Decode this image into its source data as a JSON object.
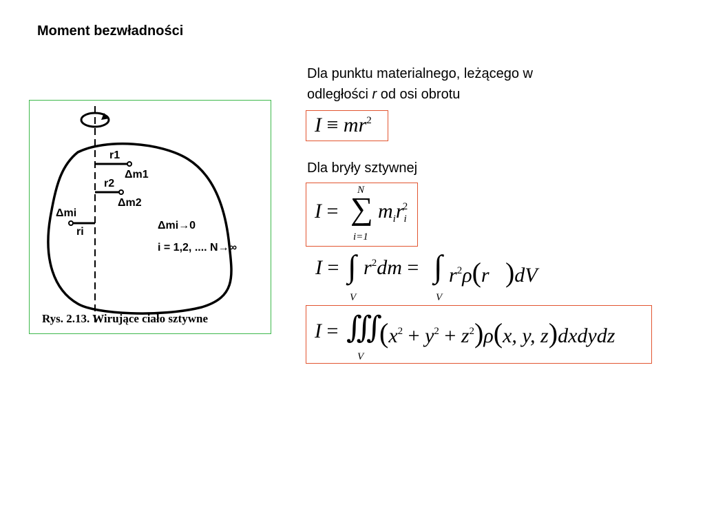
{
  "slide": {
    "title": "Moment bezwładności",
    "point_mass_line1": "Dla punktu materialnego, leżącego w",
    "point_mass_line2_pre": "odległości",
    "point_mass_r": "r",
    "point_mass_line2_post": "od osi obrotu",
    "rigid_body": "Dla bryły sztywnej"
  },
  "figure": {
    "caption": "Rys. 2.13.  Wirujące ciało sztywne",
    "label_r1_top": "r1",
    "label_dm1": "Δm1",
    "label_r2": "r2",
    "label_dm2": "Δm2",
    "label_dmi": "Δmi",
    "label_ri": "ri",
    "note_limit": "Δmi→0",
    "note_index": "i = 1,2, .... N→∞"
  },
  "formulas": {
    "f1": {
      "I": "I",
      "equiv": "≡",
      "mr": "mr",
      "exp": "2"
    },
    "f2": {
      "I": "I",
      "eq": "=",
      "sum": "∑",
      "upper": "N",
      "lower": "i=1",
      "m": "m",
      "i1": "i",
      "r": "r",
      "i2": "i",
      "exp": "2"
    },
    "f3": {
      "I": "I",
      "eq1": "=",
      "int": "∫",
      "r2": "r",
      "exp1": "2",
      "dm": "dm",
      "eq2": "=",
      "r3": "r",
      "exp2": "2",
      "rho": "ρ",
      "rvec": "r⃗",
      "dV": "dV",
      "V1": "V",
      "V2": "V"
    },
    "f4": {
      "I": "I",
      "eq": "=",
      "tint": "∭",
      "V": "V",
      "x": "x",
      "y": "y",
      "z": "z",
      "exp": "2",
      "plus": "+",
      "rho": "ρ",
      "args": "x, y, z",
      "dxdydz": "dxdydz"
    }
  }
}
